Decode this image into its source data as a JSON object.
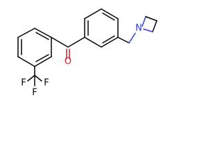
{
  "atoms": {
    "oxygen": {
      "label": "O",
      "color": "#d61b1b"
    },
    "nitrogen": {
      "label": "N",
      "color": "#2c3cd8"
    },
    "fluorine_top_left": {
      "label": "F",
      "color": "#000000"
    },
    "fluorine_top_right": {
      "label": "F",
      "color": "#000000"
    },
    "fluorine_bottom": {
      "label": "F",
      "color": "#000000"
    }
  }
}
